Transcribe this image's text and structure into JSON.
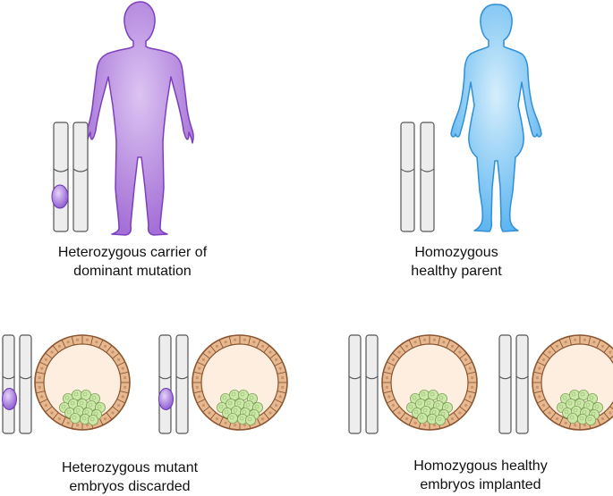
{
  "captions": {
    "carrier": [
      "Heterozygous carrier of",
      "dominant mutation"
    ],
    "healthy_parent": [
      "Homozygous",
      "healthy parent"
    ],
    "mutant_embryos": [
      "Heterozygous mutant",
      "embryos discarded"
    ],
    "healthy_embryos": [
      "Homozygous healthy",
      "embryos implanted"
    ]
  },
  "colors": {
    "carrier_figure": "#b98ee0",
    "carrier_figure_edge": "#7e3fbf",
    "healthy_figure": "#8fcff6",
    "healthy_figure_edge": "#2f8fd8",
    "mutation_marker": "#a070dd",
    "chromosome_fill": "#ededed",
    "chromosome_edge": "#555555",
    "embryo_outer": "#e7b991",
    "embryo_inner": "#fdeee0",
    "embryo_edge": "#8a5530",
    "inner_cell_mass": "#cce8a8"
  },
  "icons": [
    "male-figure-icon",
    "female-figure-icon",
    "chromosome-pair-icon",
    "embryo-icon",
    "mutation-marker-icon"
  ]
}
